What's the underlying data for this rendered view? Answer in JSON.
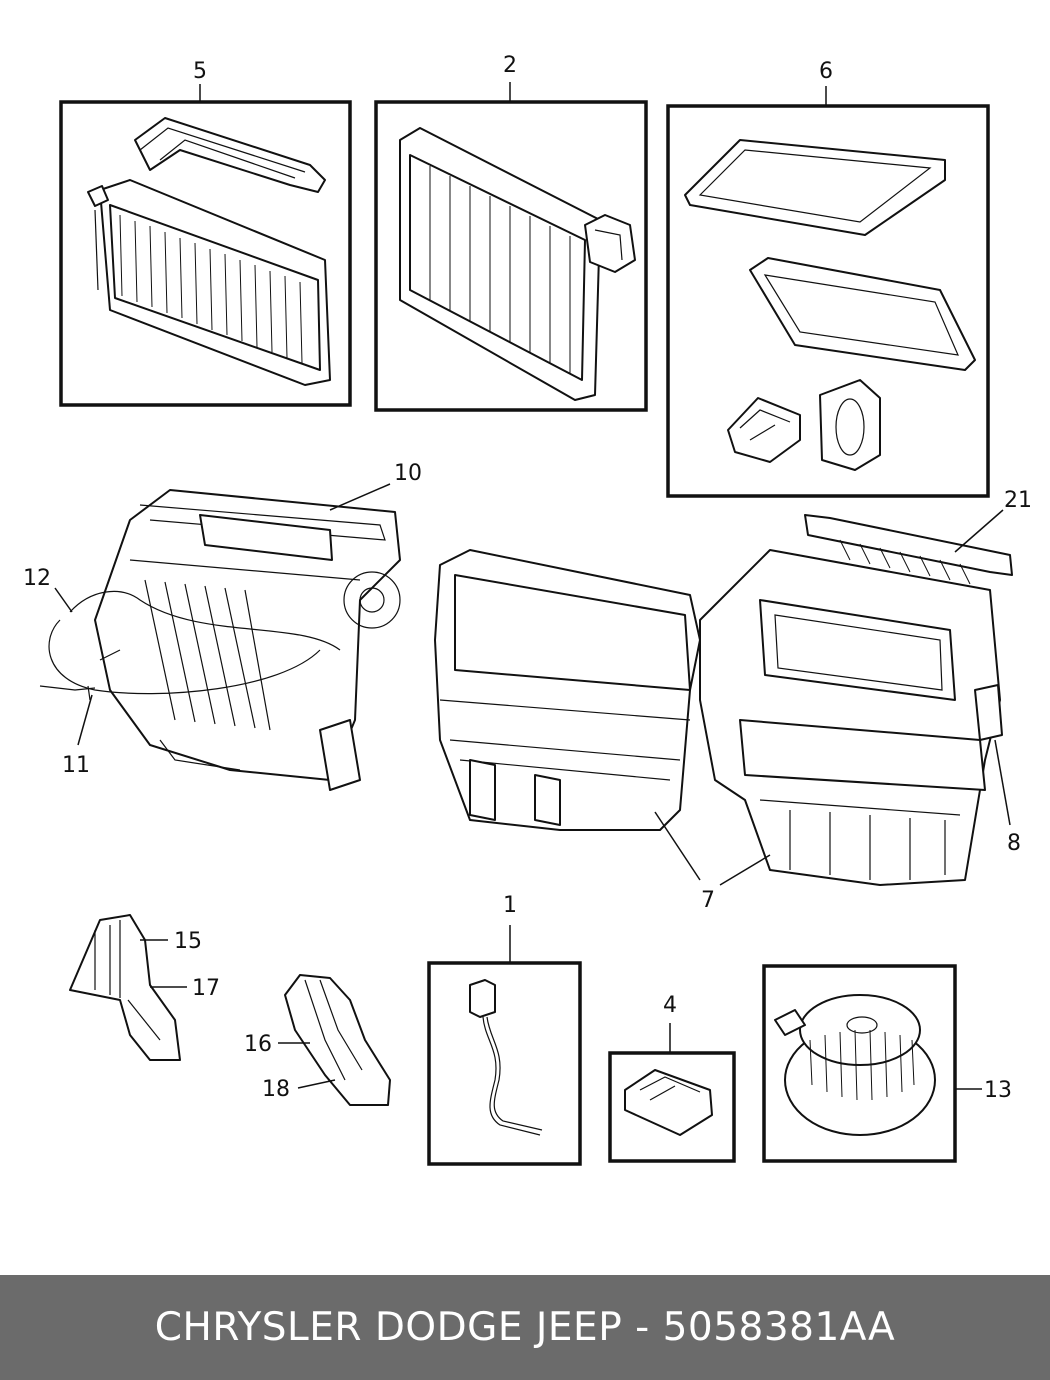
{
  "footer": {
    "text": "CHRYSLER DODGE JEEP - 5058381AA"
  },
  "callouts": {
    "c5": "5",
    "c2": "2",
    "c6": "6",
    "c10": "10",
    "c21": "21",
    "c12": "12",
    "c11": "11",
    "c8": "8",
    "c7": "7",
    "c1": "1",
    "c15": "15",
    "c17": "17",
    "c16": "16",
    "c18": "18",
    "c4": "4",
    "c13": "13"
  },
  "colors": {
    "footer_bg": "#6b6b6b",
    "footer_text": "#ffffff",
    "line": "#111111"
  }
}
